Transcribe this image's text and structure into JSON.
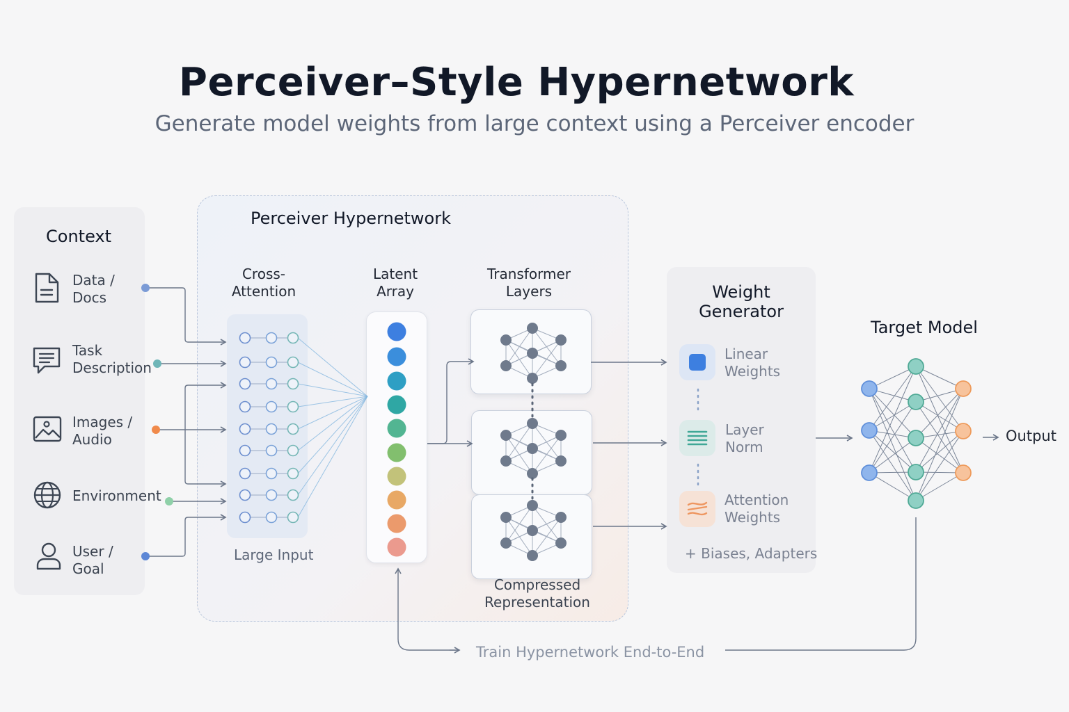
{
  "header": {
    "title": "Perceiver–Style Hypernetwork",
    "subtitle": "Generate model weights from large context using a Perceiver encoder"
  },
  "context": {
    "heading": "Context",
    "items": [
      {
        "label": "Data /\nDocs",
        "icon": "document-icon",
        "dot_color": "#7b9bd6"
      },
      {
        "label": "Task\nDescription",
        "icon": "chat-bubble-icon",
        "dot_color": "#6fb6b8"
      },
      {
        "label": "Images /\nAudio",
        "icon": "image-icon",
        "dot_color": "#f08a4b"
      },
      {
        "label": "Environment",
        "icon": "globe-icon",
        "dot_color": "#8fd0a8"
      },
      {
        "label": "User /\nGoal",
        "icon": "user-icon",
        "dot_color": "#5d87d6"
      }
    ]
  },
  "perceiver": {
    "heading": "Perceiver Hypernetwork",
    "cross_attention_label": "Cross-\nAttention",
    "cross_attention_caption": "Large Input",
    "latent_label": "Latent\nArray",
    "latent_colors": [
      "#3d7fe0",
      "#3b8edc",
      "#2e9fc4",
      "#2fa7a4",
      "#52b592",
      "#82bf6e",
      "#c2c27a",
      "#e8a865",
      "#eb9a6c",
      "#eb9a8e"
    ],
    "transformer_label": "Transformer\nLayers",
    "transformer_caption": "Compressed\nRepresentation"
  },
  "weight_generator": {
    "heading": "Weight\nGenerator",
    "items": [
      {
        "label": "Linear\nWeights",
        "icon": "linear-weights-icon"
      },
      {
        "label": "Layer\nNorm",
        "icon": "layer-norm-icon"
      },
      {
        "label": "Attention\nWeights",
        "icon": "attention-weights-icon"
      }
    ],
    "footer": "+ Biases, Adapters"
  },
  "target_model": {
    "heading": "Target Model",
    "output_label": "Output",
    "colors": {
      "input": "#8fb5ec",
      "hidden": "#8fd0c4",
      "output": "#f7c39c"
    }
  },
  "training": {
    "label": "Train Hypernetwork End-to-End"
  },
  "colors": {
    "connector": "#6b7689",
    "fan_line": "#7fb4de"
  }
}
